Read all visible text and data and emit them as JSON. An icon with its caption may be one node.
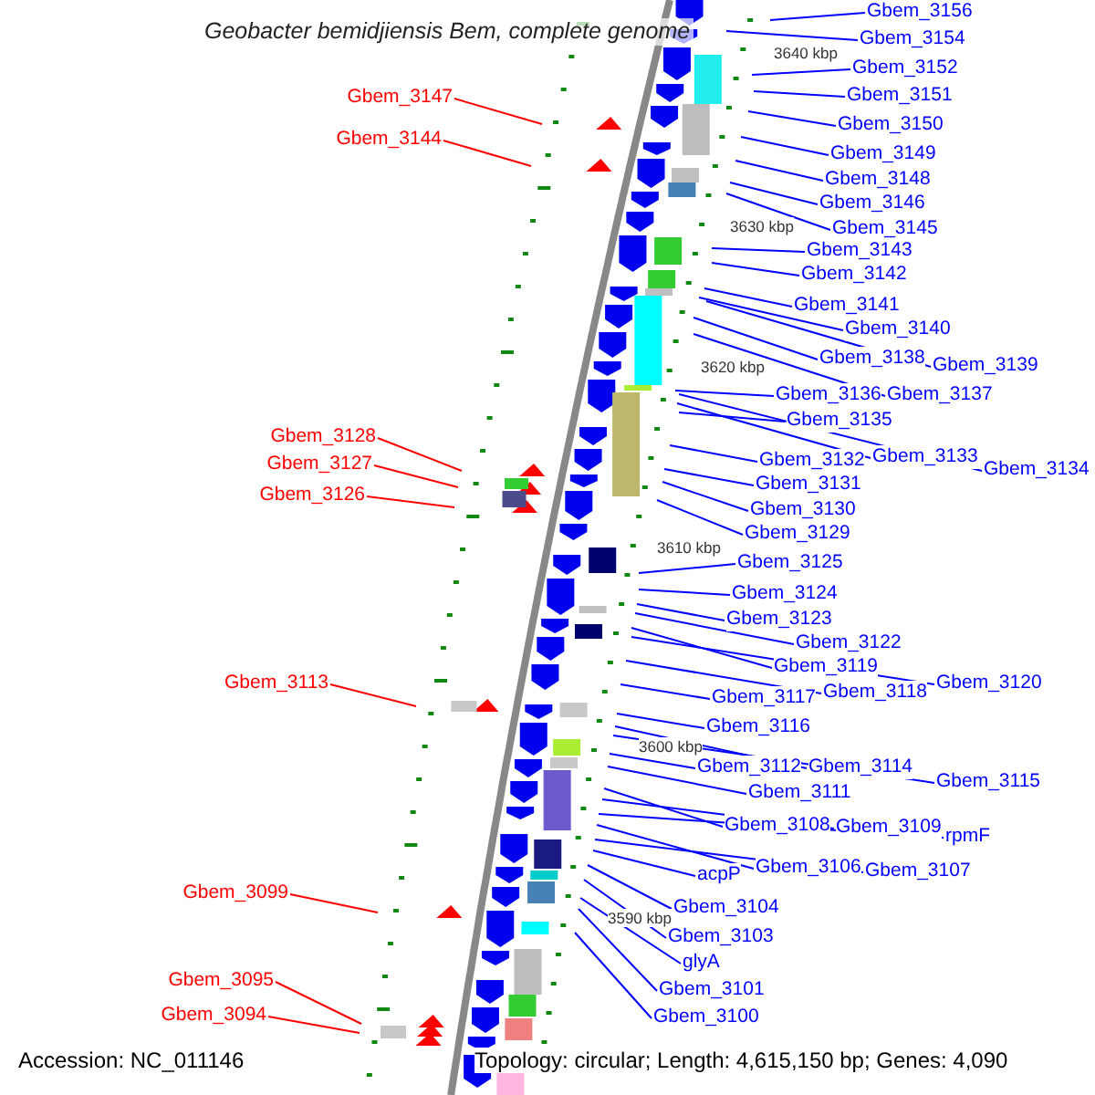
{
  "diagram": {
    "title": "Geobacter bemidjiensis Bem, complete genome",
    "nodes": [
      {
        "text": [
          "Gbem_3156"
        ]
      },
      {
        "text": [
          "Gbem_3154"
        ]
      },
      {
        "text": [
          "Gbem_3152"
        ]
      },
      {
        "text": [
          "Gbem_3151"
        ]
      },
      {
        "text": [
          "Gbem_3150"
        ]
      },
      {
        "text": [
          "Gbem_3149"
        ]
      },
      {
        "text": [
          "Gbem_3148"
        ]
      },
      {
        "text": [
          "Gbem_3146"
        ]
      },
      {
        "text": [
          "Gbem_3145"
        ]
      },
      {
        "text": [
          "Gbem_3143"
        ]
      },
      {
        "text": [
          "Gbem_3142"
        ]
      },
      {
        "text": [
          "Gbem_3141"
        ]
      },
      {
        "text": [
          "Gbem_3140"
        ]
      },
      {
        "text": [
          "Gbem_3138"
        ]
      },
      {
        "text": [
          "Gbem_3139"
        ]
      },
      {
        "text": [
          "Gbem_3136"
        ]
      },
      {
        "text": [
          "Gbem_3137"
        ]
      },
      {
        "text": [
          "Gbem_3135"
        ]
      },
      {
        "text": [
          "Gbem_3132"
        ]
      },
      {
        "text": [
          "Gbem_3133"
        ]
      },
      {
        "text": [
          "Gbem_3134"
        ]
      },
      {
        "text": [
          "Gbem_3131"
        ]
      },
      {
        "text": [
          "Gbem_3130"
        ]
      },
      {
        "text": [
          "Gbem_3129"
        ]
      },
      {
        "text": [
          "Gbem_3125"
        ]
      },
      {
        "text": [
          "Gbem_3124"
        ]
      },
      {
        "text": [
          "Gbem_3123"
        ]
      },
      {
        "text": [
          "Gbem_3122"
        ]
      },
      {
        "text": [
          "Gbem_3119"
        ]
      },
      {
        "text": [
          "Gbem_3120"
        ]
      },
      {
        "text": [
          "Gbem_3117"
        ]
      },
      {
        "text": [
          "Gbem_3118"
        ]
      },
      {
        "text": [
          "Gbem_3116"
        ]
      },
      {
        "text": [
          "Gbem_3112"
        ]
      },
      {
        "text": [
          "Gbem_3114"
        ]
      },
      {
        "text": [
          "Gbem_3115"
        ]
      },
      {
        "text": [
          "Gbem_3111"
        ]
      },
      {
        "text": [
          "Gbem_3108"
        ]
      },
      {
        "text": [
          "Gbem_3109"
        ]
      },
      {
        "text": [
          "rpmF"
        ]
      },
      {
        "text": [
          "Gbem_3106"
        ]
      },
      {
        "text": [
          "Gbem_3107"
        ]
      },
      {
        "text": [
          "acpP"
        ]
      },
      {
        "text": [
          "Gbem_3104"
        ]
      },
      {
        "text": [
          "Gbem_3103"
        ]
      },
      {
        "text": [
          "glyA"
        ]
      },
      {
        "text": [
          "Gbem_3101"
        ]
      },
      {
        "text": [
          "Gbem_3100"
        ]
      },
      {
        "text": [
          "Gbem_3147"
        ]
      },
      {
        "text": [
          "Gbem_3144"
        ]
      },
      {
        "text": [
          "Gbem_3128"
        ]
      },
      {
        "text": [
          "Gbem_3127"
        ]
      },
      {
        "text": [
          "Gbem_3126"
        ]
      },
      {
        "text": [
          "Gbem_3113"
        ]
      },
      {
        "text": [
          "Gbem_3099"
        ]
      },
      {
        "text": [
          "Gbem_3095"
        ]
      },
      {
        "text": [
          "Gbem_3094"
        ]
      }
    ],
    "edges": [
      {
        "from": 0,
        "to": null,
        "arrow": "none"
      },
      {
        "from": 1,
        "to": null,
        "arrow": "none"
      },
      {
        "from": 2,
        "to": null,
        "arrow": "none"
      },
      {
        "from": 3,
        "to": null,
        "arrow": "none"
      },
      {
        "from": 4,
        "to": null,
        "arrow": "none"
      },
      {
        "from": 5,
        "to": null,
        "arrow": "none"
      },
      {
        "from": 6,
        "to": null,
        "arrow": "none"
      },
      {
        "from": 7,
        "to": null,
        "arrow": "none"
      },
      {
        "from": 8,
        "to": null,
        "arrow": "none"
      },
      {
        "from": 9,
        "to": null,
        "arrow": "none"
      },
      {
        "from": 10,
        "to": null,
        "arrow": "none"
      },
      {
        "from": 11,
        "to": null,
        "arrow": "none"
      },
      {
        "from": 12,
        "to": null,
        "arrow": "none"
      },
      {
        "from": 13,
        "to": null,
        "arrow": "none"
      },
      {
        "from": 14,
        "to": null,
        "arrow": "none"
      },
      {
        "from": 15,
        "to": null,
        "arrow": "none"
      },
      {
        "from": 16,
        "to": null,
        "arrow": "none"
      },
      {
        "from": 17,
        "to": null,
        "arrow": "none"
      },
      {
        "from": 18,
        "to": null,
        "arrow": "none"
      },
      {
        "from": 19,
        "to": null,
        "arrow": "none"
      },
      {
        "from": 20,
        "to": null,
        "arrow": "none"
      },
      {
        "from": 21,
        "to": null,
        "arrow": "none"
      },
      {
        "from": 22,
        "to": null,
        "arrow": "none"
      },
      {
        "from": 23,
        "to": null,
        "arrow": "none"
      },
      {
        "from": 24,
        "to": null,
        "arrow": "none"
      },
      {
        "from": 25,
        "to": null,
        "arrow": "none"
      },
      {
        "from": 26,
        "to": null,
        "arrow": "none"
      },
      {
        "from": 27,
        "to": null,
        "arrow": "none"
      },
      {
        "from": 28,
        "to": null,
        "arrow": "none"
      },
      {
        "from": 29,
        "to": null,
        "arrow": "none"
      },
      {
        "from": 30,
        "to": null,
        "arrow": "none"
      },
      {
        "from": 31,
        "to": null,
        "arrow": "none"
      },
      {
        "from": 32,
        "to": null,
        "arrow": "none"
      },
      {
        "from": 33,
        "to": null,
        "arrow": "none"
      },
      {
        "from": 34,
        "to": null,
        "arrow": "none"
      },
      {
        "from": 35,
        "to": null,
        "arrow": "none"
      },
      {
        "from": 36,
        "to": null,
        "arrow": "none"
      },
      {
        "from": 37,
        "to": null,
        "arrow": "none"
      },
      {
        "from": 38,
        "to": null,
        "arrow": "none"
      },
      {
        "from": 39,
        "to": null,
        "arrow": "none"
      },
      {
        "from": 40,
        "to": null,
        "arrow": "none"
      },
      {
        "from": 41,
        "to": null,
        "arrow": "none"
      },
      {
        "from": 42,
        "to": null,
        "arrow": "none"
      },
      {
        "from": 43,
        "to": null,
        "arrow": "none"
      },
      {
        "from": 44,
        "to": null,
        "arrow": "none"
      },
      {
        "from": 45,
        "to": null,
        "arrow": "none"
      },
      {
        "from": 46,
        "to": null,
        "arrow": "none"
      },
      {
        "from": 47,
        "to": null,
        "arrow": "none"
      },
      {
        "from": 48,
        "to": null,
        "arrow": "none",
        "color": "#ff0000"
      },
      {
        "from": 49,
        "to": null,
        "arrow": "none",
        "color": "#ff0000"
      },
      {
        "from": 50,
        "to": null,
        "arrow": "none",
        "color": "#ff0000"
      },
      {
        "from": 51,
        "to": null,
        "arrow": "none",
        "color": "#ff0000"
      },
      {
        "from": 52,
        "to": null,
        "arrow": "none",
        "color": "#ff0000"
      },
      {
        "from": 53,
        "to": null,
        "arrow": "none",
        "color": "#ff0000"
      },
      {
        "from": 54,
        "to": null,
        "arrow": "none",
        "color": "#ff0000"
      },
      {
        "from": 55,
        "to": null,
        "arrow": "none",
        "color": "#ff0000"
      },
      {
        "from": 56,
        "to": null,
        "arrow": "none",
        "color": "#ff0000"
      }
    ],
    "labels": [
      "3640 kbp",
      "3630 kbp",
      "3620 kbp",
      "3610 kbp",
      "3600 kbp",
      "3590 kbp",
      "Accession: NC_011146",
      "Topology: circular; Length: 4,615,150 bp; Genes: 4,090"
    ]
  }
}
